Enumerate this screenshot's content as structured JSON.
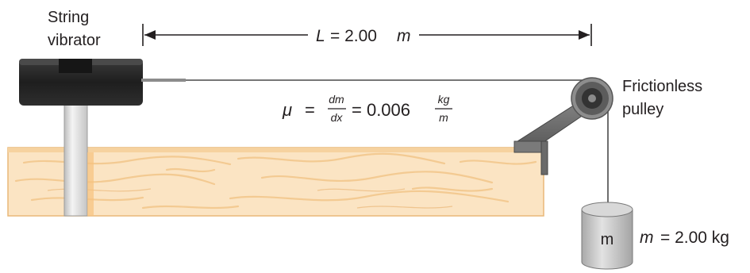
{
  "labels": {
    "vibrator_line1": "String",
    "vibrator_line2": "vibrator",
    "length_var": "L",
    "length_value": "= 2.00",
    "length_unit": "m",
    "pulley_line1": "Frictionless",
    "pulley_line2": "pulley",
    "mu_symbol": "μ",
    "mu_equals": "=",
    "mu_num": "dm",
    "mu_den": "dx",
    "mu_value": "= 0.006",
    "mu_unit_num": "kg",
    "mu_unit_den": "m",
    "mass_block": "m",
    "mass_var": "m",
    "mass_value": "= 2.00 kg"
  },
  "colors": {
    "wood_light": "#fbe3c0",
    "wood_grain": "#f3c98e",
    "wood_edge": "#f0c080",
    "vibrator_body": "#2a2a2a",
    "rod": "#e6e6e6",
    "pulley": "#6b6b6b",
    "mass": "#cfcfcf",
    "text": "#231f20"
  }
}
